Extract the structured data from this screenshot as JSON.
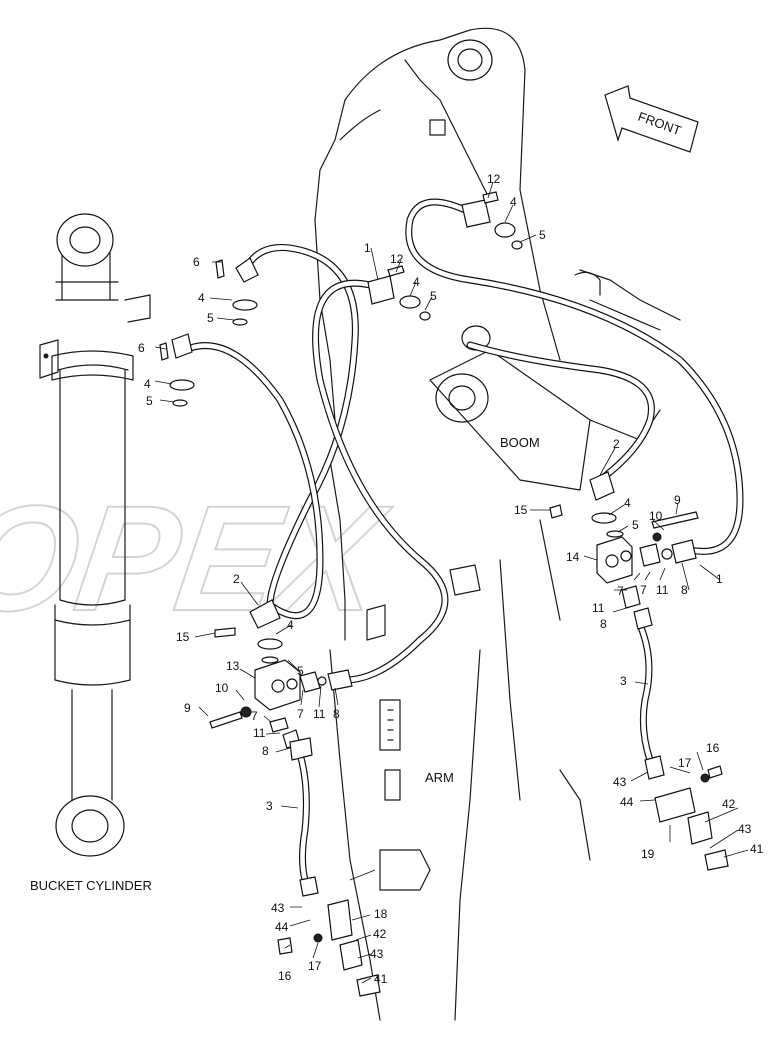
{
  "labels": {
    "front": "FRONT",
    "boom": "BOOM",
    "arm": "ARM",
    "bucket_cylinder": "BUCKET CYLINDER",
    "watermark": "OPEX"
  },
  "callouts": {
    "c1a": "1",
    "c1b": "1",
    "c2a": "2",
    "c2b": "2",
    "c3a": "3",
    "c3b": "3",
    "c4a": "4",
    "c4b": "4",
    "c4c": "4",
    "c4d": "4",
    "c4e": "4",
    "c4f": "4",
    "c5a": "5",
    "c5b": "5",
    "c5c": "5",
    "c5d": "5",
    "c5e": "5",
    "c5f": "5",
    "c6a": "6",
    "c6b": "6",
    "c7a": "7",
    "c7b": "7",
    "c7c": "7",
    "c7d": "7",
    "c8a": "8",
    "c8b": "8",
    "c8c": "8",
    "c8d": "8",
    "c9a": "9",
    "c9b": "9",
    "c10a": "10",
    "c10b": "10",
    "c11a": "11",
    "c11b": "11",
    "c11c": "11",
    "c11d": "11",
    "c12a": "12",
    "c12b": "12",
    "c13": "13",
    "c14": "14",
    "c15a": "15",
    "c15b": "15",
    "c16a": "16",
    "c16b": "16",
    "c17a": "17",
    "c17b": "17",
    "c18": "18",
    "c19": "19",
    "c41a": "41",
    "c41b": "41",
    "c42a": "42",
    "c42b": "42",
    "c43a": "43",
    "c43b": "43",
    "c43c": "43",
    "c43d": "43",
    "c44a": "44",
    "c44b": "44"
  }
}
